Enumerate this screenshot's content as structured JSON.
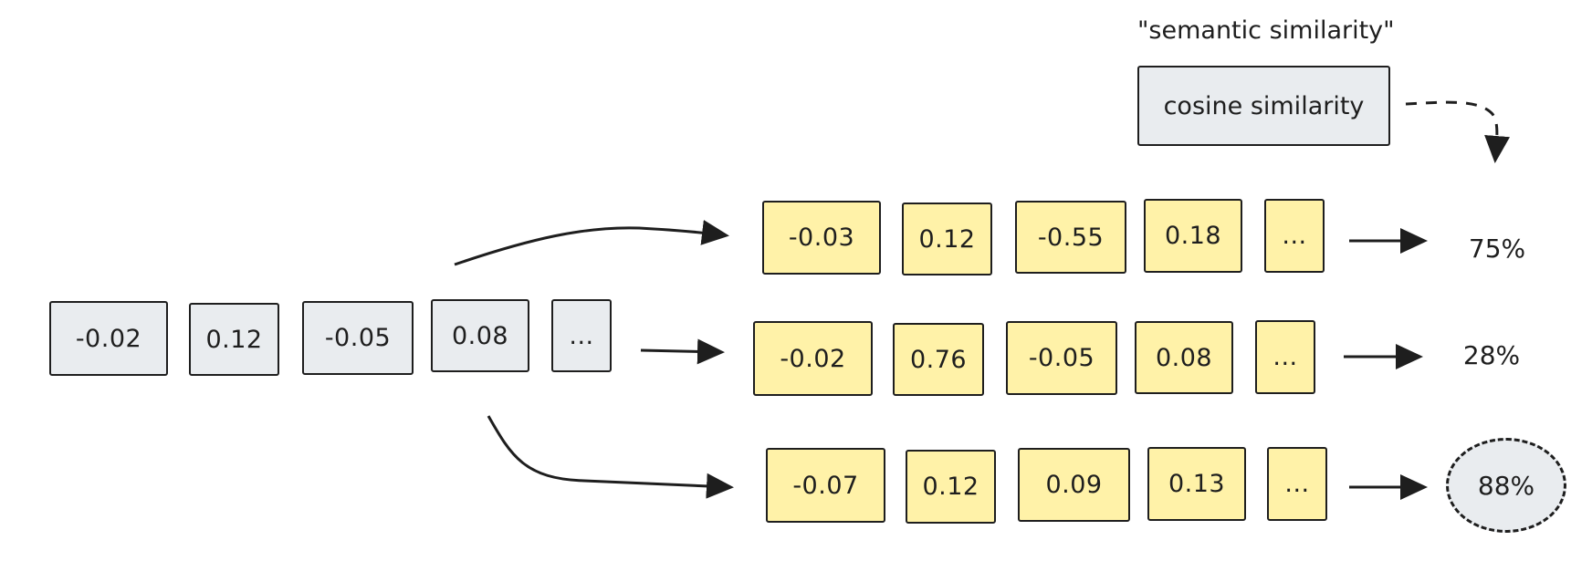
{
  "caption": "\"semantic similarity\"",
  "method_label": "cosine similarity",
  "query_vector": [
    "-0.02",
    "0.12",
    "-0.05",
    "0.08",
    "..."
  ],
  "documents": [
    {
      "values": [
        "-0.03",
        "0.12",
        "-0.55",
        "0.18",
        "..."
      ],
      "score": "75%"
    },
    {
      "values": [
        "-0.02",
        "0.76",
        "-0.05",
        "0.08",
        "..."
      ],
      "score": "28%"
    },
    {
      "values": [
        "-0.07",
        "0.12",
        "0.09",
        "0.13",
        "..."
      ],
      "score": "88%"
    }
  ],
  "colors": {
    "query_fill": "#e9ecef",
    "document_fill": "#fff2a8",
    "stroke": "#1e1e1e"
  }
}
